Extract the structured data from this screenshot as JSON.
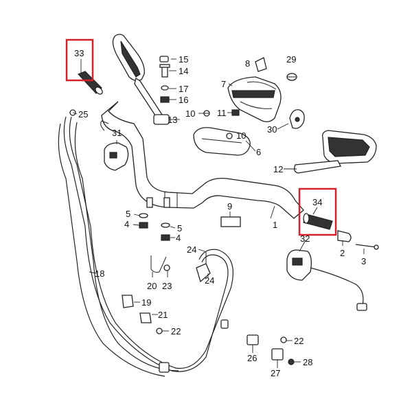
{
  "part_labels": {
    "p1": "1",
    "p2": "2",
    "p3": "3",
    "p4a": "4",
    "p4b": "4",
    "p5a": "5",
    "p5b": "5",
    "p6": "6",
    "p7": "7",
    "p8": "8",
    "p9": "9",
    "p10": "10",
    "p11": "11",
    "p12": "12",
    "p13": "13",
    "p14": "14",
    "p15": "15",
    "p16": "16",
    "p17": "17",
    "p18": "18",
    "p19": "19",
    "p20": "20",
    "p21": "21",
    "p22a": "22",
    "p22b": "22",
    "p23": "23",
    "p24a": "24",
    "p24b": "24",
    "p25": "25",
    "p26": "26",
    "p27": "27",
    "p28": "28",
    "p29": "29",
    "p30": "30",
    "p31": "31",
    "p32": "32",
    "p33": "33",
    "p34": "34"
  },
  "highlighted_parts": [
    "33",
    "34"
  ],
  "highlight_color": "#d6202a"
}
